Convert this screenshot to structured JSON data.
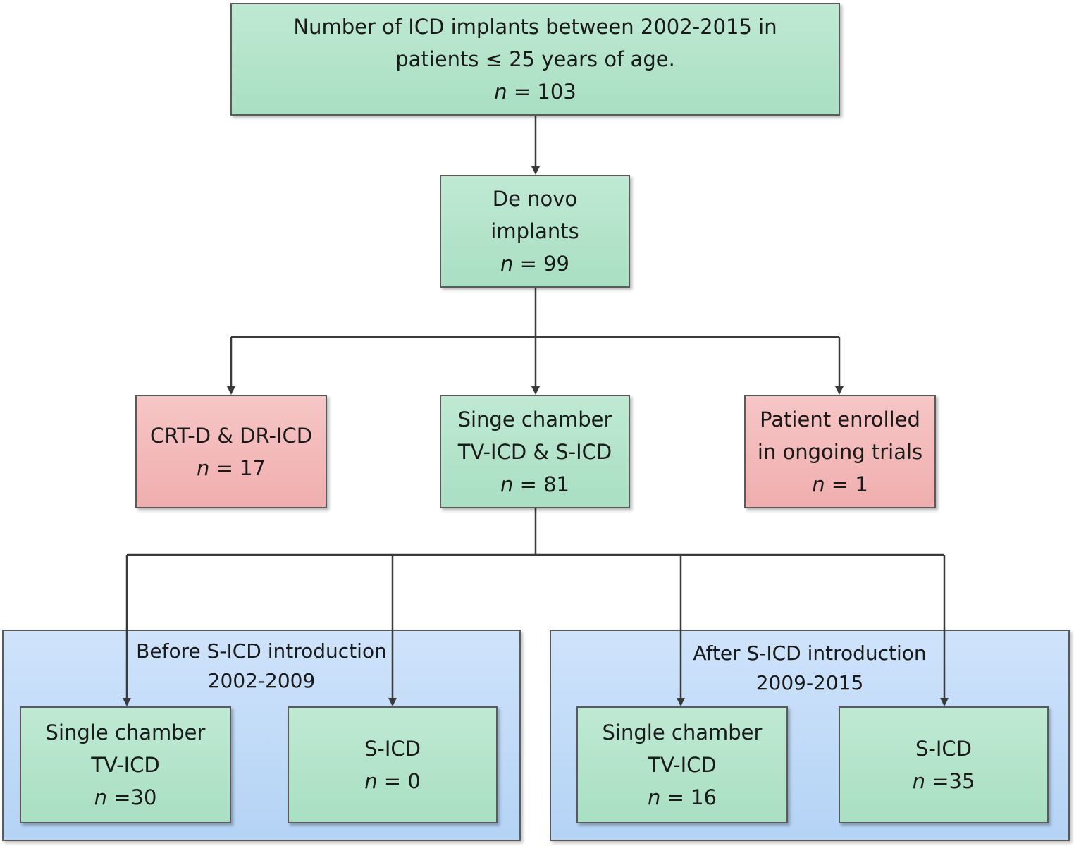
{
  "top": {
    "line1": "Number of ICD implants between 2002-2015 in",
    "line2": "patients ≤ 25 years of age.",
    "n_symbol": "n",
    "n_value": " = 103"
  },
  "denovo": {
    "line1": "De novo",
    "line2": "implants",
    "n_symbol": "n",
    "n_value": " = 99"
  },
  "crt": {
    "line1": "CRT-D & DR-ICD",
    "n_symbol": "n",
    "n_value": " = 17"
  },
  "single": {
    "line1": "Singe chamber",
    "line2": "TV-ICD & S-ICD",
    "n_symbol": "n",
    "n_value": " = 81"
  },
  "trials": {
    "line1": "Patient enrolled",
    "line2": "in ongoing trials",
    "n_symbol": "n",
    "n_value": " = 1"
  },
  "before_group": {
    "title1": "Before S-ICD introduction",
    "title2": "2002-2009"
  },
  "after_group": {
    "title1": "After S-ICD introduction",
    "title2": "2009-2015"
  },
  "before_tv": {
    "line1": "Single chamber",
    "line2": "TV-ICD",
    "n_symbol": "n",
    "n_value": " =30"
  },
  "before_sicd": {
    "line1": "S-ICD",
    "n_symbol": "n",
    "n_value": " = 0"
  },
  "after_tv": {
    "line1": "Single chamber",
    "line2": "TV-ICD",
    "n_symbol": "n",
    "n_value": " = 16"
  },
  "after_sicd": {
    "line1": "S-ICD",
    "n_symbol": "n",
    "n_value": " =35"
  },
  "colors": {
    "green_box": "#b5e4ca",
    "red_box": "#f3baba",
    "blue_group": "#c2dbf8",
    "border": "#5a5a5a",
    "connector": "#3a3a3a"
  }
}
